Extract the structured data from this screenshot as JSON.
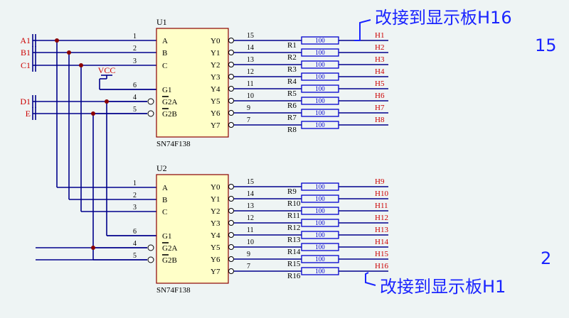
{
  "colors": {
    "wire": "#00008b",
    "pin_text": "#000000",
    "port_label": "#cc0000",
    "ic_fill": "#ffffc8",
    "ic_stroke": "#8b0000",
    "resistor": "#0000cc",
    "annotation": "#1a24ff",
    "junction": "#8b0000"
  },
  "ports": [
    {
      "label": "A1"
    },
    {
      "label": "B1"
    },
    {
      "label": "C1"
    },
    {
      "label": "D1"
    },
    {
      "label": "E"
    }
  ],
  "vcc_label": "VCC",
  "chips": [
    {
      "designator": "U1",
      "part": "SN74F138",
      "inputs": [
        {
          "pin": "1",
          "name": "A",
          "bar": false
        },
        {
          "pin": "2",
          "name": "B",
          "bar": false
        },
        {
          "pin": "3",
          "name": "C",
          "bar": false
        },
        {
          "pin": "6",
          "name": "G1",
          "bar": false
        },
        {
          "pin": "4",
          "name": "G2A",
          "bar": true
        },
        {
          "pin": "5",
          "name": "G2B",
          "bar": true
        }
      ],
      "outputs": [
        {
          "pin": "15",
          "name": "Y0"
        },
        {
          "pin": "14",
          "name": "Y1"
        },
        {
          "pin": "13",
          "name": "Y2"
        },
        {
          "pin": "12",
          "name": "Y3"
        },
        {
          "pin": "11",
          "name": "Y4"
        },
        {
          "pin": "10",
          "name": "Y5"
        },
        {
          "pin": "9",
          "name": "Y6"
        },
        {
          "pin": "7",
          "name": "Y7"
        }
      ],
      "resistors": [
        "R1",
        "R2",
        "R3",
        "R4",
        "R5",
        "R6",
        "R7",
        "R8"
      ],
      "resistor_value": "100",
      "out_labels": [
        "H1",
        "H2",
        "H3",
        "H4",
        "H5",
        "H6",
        "H7",
        "H8"
      ]
    },
    {
      "designator": "U2",
      "part": "SN74F138",
      "inputs": [
        {
          "pin": "1",
          "name": "A",
          "bar": false
        },
        {
          "pin": "2",
          "name": "B",
          "bar": false
        },
        {
          "pin": "3",
          "name": "C",
          "bar": false
        },
        {
          "pin": "6",
          "name": "G1",
          "bar": false
        },
        {
          "pin": "4",
          "name": "G2A",
          "bar": true
        },
        {
          "pin": "5",
          "name": "G2B",
          "bar": true
        }
      ],
      "outputs": [
        {
          "pin": "15",
          "name": "Y0"
        },
        {
          "pin": "14",
          "name": "Y1"
        },
        {
          "pin": "13",
          "name": "Y2"
        },
        {
          "pin": "12",
          "name": "Y3"
        },
        {
          "pin": "11",
          "name": "Y4"
        },
        {
          "pin": "10",
          "name": "Y5"
        },
        {
          "pin": "9",
          "name": "Y6"
        },
        {
          "pin": "7",
          "name": "Y7"
        }
      ],
      "resistors": [
        "R9",
        "R10",
        "R11",
        "R12",
        "R13",
        "R14",
        "R15",
        "R16"
      ],
      "resistor_value": "100",
      "out_labels": [
        "H9",
        "H10",
        "H11",
        "H12",
        "H13",
        "H14",
        "H15",
        "H16"
      ]
    }
  ],
  "annotations": {
    "top_text": "改接到显示板H16",
    "top_num": "15",
    "bottom_num": "2",
    "bottom_text": "改接到显示板H1"
  }
}
